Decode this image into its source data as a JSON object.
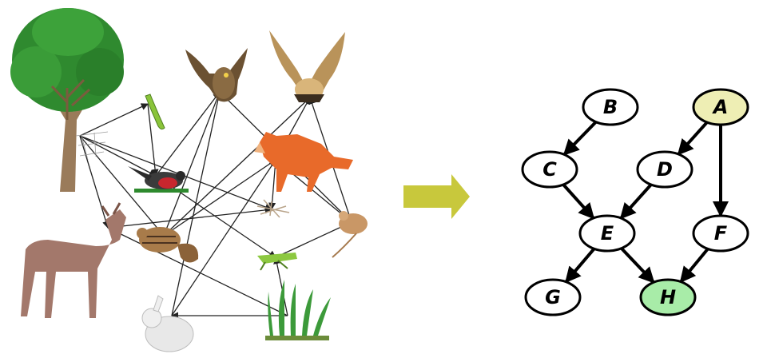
{
  "food_web": {
    "organisms": [
      {
        "id": "tree",
        "icon": "tree-icon"
      },
      {
        "id": "owl",
        "icon": "owl-icon"
      },
      {
        "id": "hawk",
        "icon": "hawk-icon"
      },
      {
        "id": "caterpillar",
        "icon": "caterpillar-icon"
      },
      {
        "id": "spider",
        "icon": "spider-web-icon"
      },
      {
        "id": "bird",
        "icon": "songbird-icon"
      },
      {
        "id": "fox",
        "icon": "fox-icon"
      },
      {
        "id": "deer",
        "icon": "deer-icon"
      },
      {
        "id": "chipmunk",
        "icon": "chipmunk-icon"
      },
      {
        "id": "decomposer",
        "icon": "dead-leaves-icon"
      },
      {
        "id": "mouse",
        "icon": "mouse-icon"
      },
      {
        "id": "grasshopper",
        "icon": "grasshopper-icon"
      },
      {
        "id": "rabbit",
        "icon": "rabbit-icon"
      },
      {
        "id": "grass",
        "icon": "grass-icon"
      }
    ],
    "links": [
      [
        "tree",
        "caterpillar"
      ],
      [
        "caterpillar",
        "bird"
      ],
      [
        "tree",
        "bird"
      ],
      [
        "tree",
        "deer"
      ],
      [
        "tree",
        "chipmunk"
      ],
      [
        "tree",
        "decomposer"
      ],
      [
        "bird",
        "owl"
      ],
      [
        "chipmunk",
        "owl"
      ],
      [
        "rabbit",
        "owl"
      ],
      [
        "mouse",
        "owl"
      ],
      [
        "fox",
        "hawk"
      ],
      [
        "mouse",
        "hawk"
      ],
      [
        "chipmunk",
        "fox"
      ],
      [
        "rabbit",
        "fox"
      ],
      [
        "mouse",
        "fox"
      ],
      [
        "deer",
        "decomposer"
      ],
      [
        "fox",
        "decomposer"
      ],
      [
        "grass",
        "rabbit"
      ],
      [
        "grass",
        "deer"
      ],
      [
        "grass",
        "grasshopper"
      ],
      [
        "grasshopper",
        "mouse"
      ],
      [
        "bird",
        "grasshopper"
      ],
      [
        "chipmunk",
        "hawk"
      ]
    ]
  },
  "arrow": {
    "color": "#c8c83c",
    "icon": "right-arrow-icon"
  },
  "graph": {
    "nodes": [
      {
        "id": "B",
        "label": "B",
        "fill": "#ffffff"
      },
      {
        "id": "A",
        "label": "A",
        "fill": "#eeeeb4"
      },
      {
        "id": "C",
        "label": "C",
        "fill": "#ffffff"
      },
      {
        "id": "D",
        "label": "D",
        "fill": "#ffffff"
      },
      {
        "id": "E",
        "label": "E",
        "fill": "#ffffff"
      },
      {
        "id": "F",
        "label": "F",
        "fill": "#ffffff"
      },
      {
        "id": "G",
        "label": "G",
        "fill": "#ffffff"
      },
      {
        "id": "H",
        "label": "H",
        "fill": "#a8eca8"
      }
    ],
    "edges": [
      [
        "B",
        "C"
      ],
      [
        "A",
        "D"
      ],
      [
        "A",
        "F"
      ],
      [
        "C",
        "E"
      ],
      [
        "D",
        "E"
      ],
      [
        "E",
        "G"
      ],
      [
        "E",
        "H"
      ],
      [
        "F",
        "H"
      ]
    ]
  }
}
